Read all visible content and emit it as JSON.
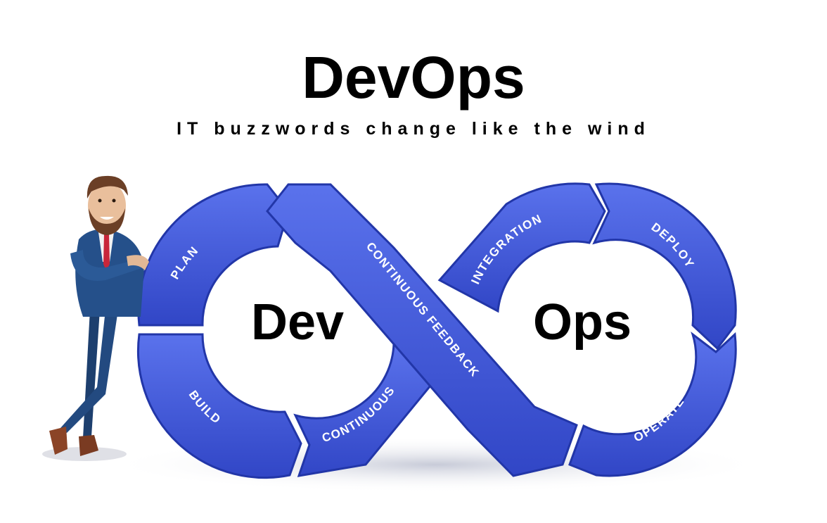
{
  "header": {
    "title": "DevOps",
    "subtitle": "IT buzzwords change like the wind"
  },
  "loop": {
    "left_center_label": "Dev",
    "right_center_label": "Ops",
    "segments": {
      "plan": "PLAN",
      "build": "BUILD",
      "continuous": "CONTINUOUS",
      "continuous_feedback": "CONTINUOUS FEEDBACK",
      "integration": "INTEGRATION",
      "deploy": "DEPLOY",
      "operate": "OPERATE"
    }
  },
  "colors": {
    "segment_fill": "#3b55d6",
    "segment_edge": "#2236a8",
    "segment_highlight": "#5c74ee",
    "background": "#ffffff"
  }
}
